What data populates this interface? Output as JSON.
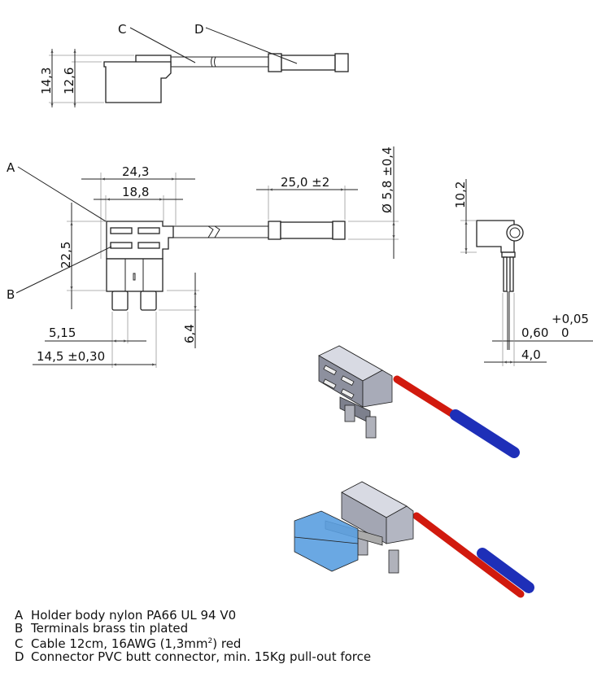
{
  "callouts": {
    "a": "A",
    "b": "B",
    "c": "C",
    "d": "D"
  },
  "dimensions": {
    "top_height_total": "14,3",
    "top_height_body": "12,6",
    "width_total": "24,3",
    "width_body": "18,8",
    "height_front": "22,5",
    "connector_length": "25,0 ±2",
    "connector_diameter": "Ø 5,8 ±0,4",
    "prong_length": "6,4",
    "prong_width": "5,15",
    "prong_span": "14,5 ±0,30",
    "side_height": "10,2",
    "blade_thickness": "0,60",
    "blade_tol_upper": "+0,05",
    "blade_tol_lower": "0",
    "side_width": "4,0"
  },
  "colors": {
    "cable": "#d11a0e",
    "connector": "#1e2fb8",
    "holder": "#b9bcc8",
    "fuse": "#5a9ee0"
  },
  "legend": [
    {
      "key": "A",
      "text": "Holder body nylon PA66 UL 94 V0"
    },
    {
      "key": "B",
      "text": "Terminals brass tin plated"
    },
    {
      "key": "C",
      "text_before": "Cable 12cm, 16AWG (1,3mm",
      "sup": "2",
      "text_after": ") red"
    },
    {
      "key": "D",
      "text": "Connector PVC butt connector, min. 15Kg pull-out force"
    }
  ]
}
